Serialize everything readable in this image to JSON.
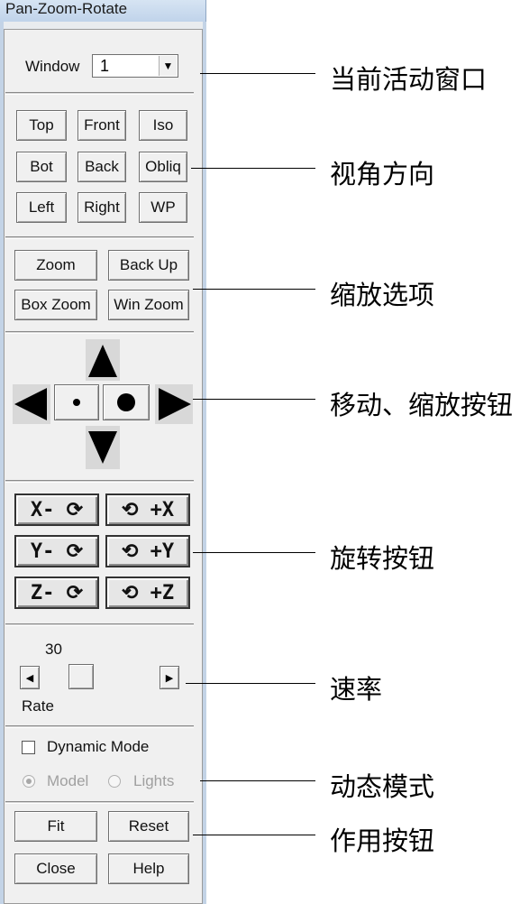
{
  "window": {
    "title": "Pan-Zoom-Rotate"
  },
  "window_select": {
    "label": "Window",
    "value": "1"
  },
  "view_buttons": [
    "Top",
    "Front",
    "Iso",
    "Bot",
    "Back",
    "Obliq",
    "Left",
    "Right",
    "WP"
  ],
  "zoom_buttons": [
    "Zoom",
    "Back Up",
    "Box Zoom",
    "Win Zoom"
  ],
  "rotate_buttons": [
    "X- ⟳",
    "⟲ +X",
    "Y- ⟳",
    "⟲ +Y",
    "Z- ⟳",
    "⟲ +Z"
  ],
  "rate": {
    "value": "30",
    "label": "Rate"
  },
  "dynamic": {
    "label": "Dynamic Mode",
    "model": "Model",
    "lights": "Lights"
  },
  "actions": {
    "fit": "Fit",
    "reset": "Reset",
    "close": "Close",
    "help": "Help"
  },
  "annotations": [
    "当前活动窗口",
    "视角方向",
    "缩放选项",
    "移动、缩放按钮",
    "旋转按钮",
    "速率",
    "动态模式",
    "作用按钮"
  ],
  "icons": {
    "select_drop": "▼",
    "scroll_left": "◀",
    "scroll_right": "▶"
  }
}
